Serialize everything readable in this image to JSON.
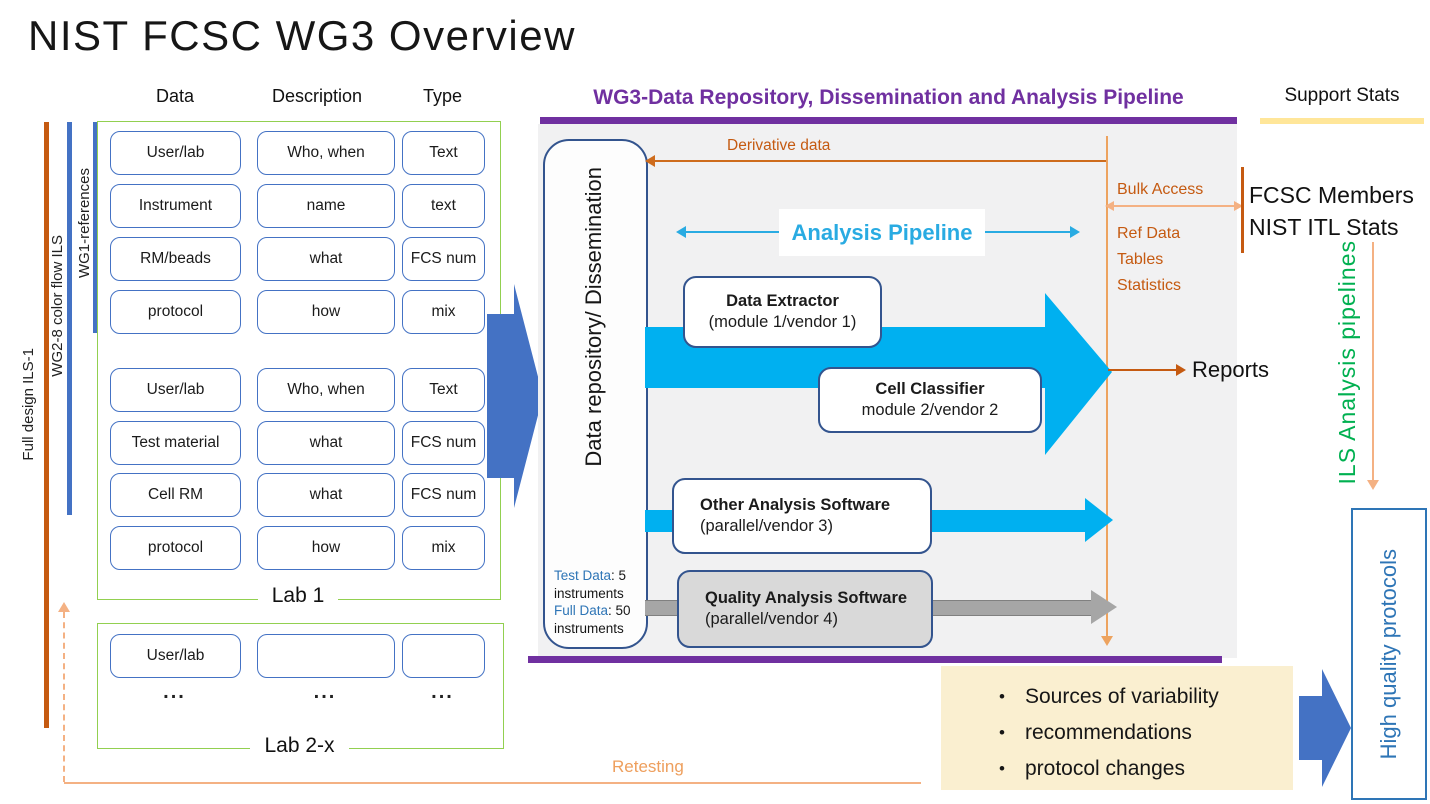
{
  "title": "NIST FCSC WG3 Overview",
  "left_rails": {
    "full_design": "Full design ILS-1",
    "wg2": "WG2-8 color flow ILS",
    "wg1": "WG1-references"
  },
  "table": {
    "headers": [
      "Data",
      "Description",
      "Type"
    ],
    "lab1": {
      "label": "Lab 1",
      "group1": [
        [
          "User/lab",
          "Who, when",
          "Text"
        ],
        [
          "Instrument",
          "name",
          "text"
        ],
        [
          "RM/beads",
          "what",
          "FCS num"
        ],
        [
          "protocol",
          "how",
          "mix"
        ]
      ],
      "group2": [
        [
          "User/lab",
          "Who, when",
          "Text"
        ],
        [
          "Test material",
          "what",
          "FCS num"
        ],
        [
          "Cell RM",
          "what",
          "FCS num"
        ],
        [
          "protocol",
          "how",
          "mix"
        ]
      ]
    },
    "lab2": {
      "label": "Lab 2-x",
      "row": [
        "User/lab",
        "",
        ""
      ],
      "dots": [
        "...",
        "...",
        "..."
      ]
    }
  },
  "pipeline": {
    "header": "WG3-Data Repository, Dissemination and Analysis Pipeline",
    "repository": {
      "title": "Data repository/ Dissemination",
      "test_label": "Test Data",
      "test_rest": ": 5 instruments",
      "full_label": "Full Data",
      "full_rest": ": 50 instruments"
    },
    "derivative_label": "Derivative data",
    "analysis_pipeline_label": "Analysis Pipeline",
    "modules": {
      "extractor_title": "Data Extractor",
      "extractor_sub": "(module 1/vendor 1)",
      "classifier_title": "Cell Classifier",
      "classifier_sub": "module 2/vendor 2",
      "other_title": "Other Analysis Software",
      "other_sub": "(parallel/vendor 3)",
      "quality_title": "Quality Analysis Software",
      "quality_sub": "(parallel/vendor 4)"
    },
    "bulk_access": "Bulk Access",
    "ref_lines": [
      "Ref Data",
      "Tables",
      "Statistics"
    ],
    "reports": "Reports"
  },
  "right": {
    "support_stats": "Support Stats",
    "members_line1": "FCSC Members",
    "members_line2": "NIST ITL Stats",
    "ils_pipelines": "ILS Analysis pipelines",
    "high_quality": "High quality protocols"
  },
  "outcomes": {
    "bullets": [
      "Sources of variability",
      "recommendations",
      "protocol changes"
    ]
  },
  "retesting_label": "Retesting",
  "colors": {
    "purple": "#7030A0",
    "cyan": "#00B0F0",
    "cyan_text": "#29ABE2",
    "royal_blue": "#4472C4",
    "dark_orange": "#C55A11",
    "light_orange": "#F4B183",
    "green_border": "#92D050",
    "green_text": "#00B050",
    "yellow_bar": "#FFE699",
    "cream_box": "#FAEFD0",
    "gray_panel": "#F1F1F2",
    "gray_fill": "#D9D9D9",
    "gray_arrow": "#A6A6A6",
    "blue_text": "#2E75B6"
  }
}
